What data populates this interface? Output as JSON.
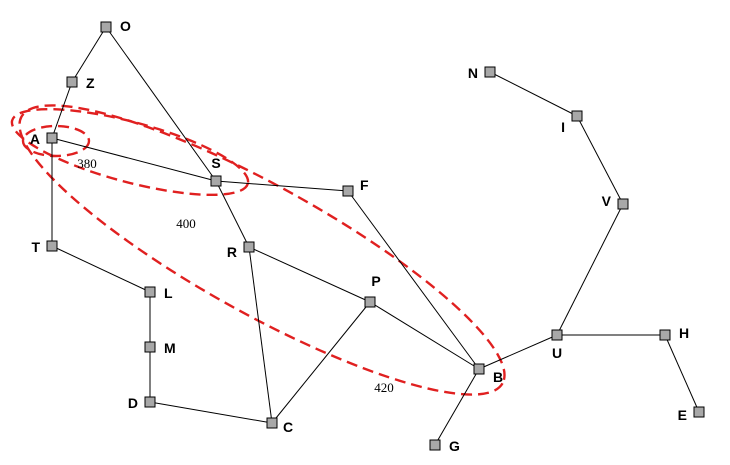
{
  "nodes": [
    {
      "id": "O",
      "label": "O"
    },
    {
      "id": "Z",
      "label": "Z"
    },
    {
      "id": "A",
      "label": "A"
    },
    {
      "id": "S",
      "label": "S"
    },
    {
      "id": "F",
      "label": "F"
    },
    {
      "id": "T",
      "label": "T"
    },
    {
      "id": "R",
      "label": "R"
    },
    {
      "id": "P",
      "label": "P"
    },
    {
      "id": "L",
      "label": "L"
    },
    {
      "id": "M",
      "label": "M"
    },
    {
      "id": "D",
      "label": "D"
    },
    {
      "id": "C",
      "label": "C"
    },
    {
      "id": "B",
      "label": "B"
    },
    {
      "id": "G",
      "label": "G"
    },
    {
      "id": "U",
      "label": "U"
    },
    {
      "id": "H",
      "label": "H"
    },
    {
      "id": "E",
      "label": "E"
    },
    {
      "id": "N",
      "label": "N"
    },
    {
      "id": "I",
      "label": "I"
    },
    {
      "id": "V",
      "label": "V"
    }
  ],
  "edges": [
    [
      "O",
      "Z"
    ],
    [
      "O",
      "S"
    ],
    [
      "Z",
      "A"
    ],
    [
      "A",
      "S"
    ],
    [
      "A",
      "T"
    ],
    [
      "S",
      "F"
    ],
    [
      "S",
      "R"
    ],
    [
      "T",
      "L"
    ],
    [
      "L",
      "M"
    ],
    [
      "M",
      "D"
    ],
    [
      "D",
      "C"
    ],
    [
      "R",
      "C"
    ],
    [
      "R",
      "P"
    ],
    [
      "P",
      "C"
    ],
    [
      "P",
      "B"
    ],
    [
      "F",
      "B"
    ],
    [
      "B",
      "G"
    ],
    [
      "B",
      "U"
    ],
    [
      "U",
      "H"
    ],
    [
      "H",
      "E"
    ],
    [
      "U",
      "V"
    ],
    [
      "V",
      "I"
    ],
    [
      "I",
      "N"
    ]
  ],
  "contours": [
    {
      "label": "380"
    },
    {
      "label": "400"
    },
    {
      "label": "420"
    }
  ],
  "colors": {
    "contour": "#e02020",
    "node_fill": "#a8a8a8",
    "edge": "#000000"
  }
}
